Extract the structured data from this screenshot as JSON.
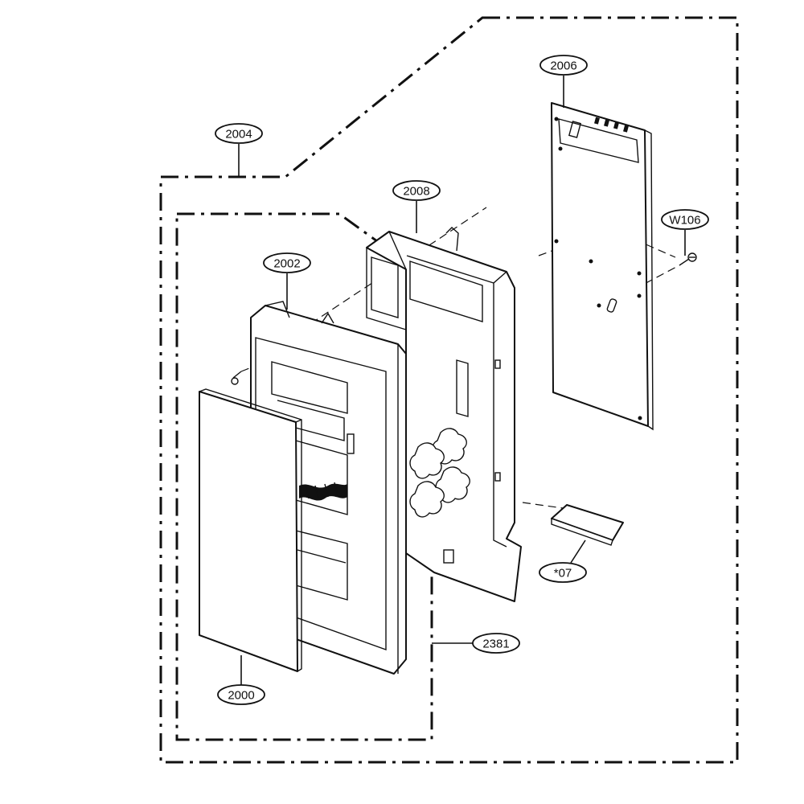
{
  "diagram": {
    "callouts": [
      {
        "id": "2004",
        "label": "2004"
      },
      {
        "id": "2006",
        "label": "2006"
      },
      {
        "id": "2008",
        "label": "2008"
      },
      {
        "id": "2002",
        "label": "2002"
      },
      {
        "id": "W106",
        "label": "W106"
      },
      {
        "id": "*07",
        "label": "*07"
      },
      {
        "id": "2381",
        "label": "2381"
      },
      {
        "id": "2000",
        "label": "2000"
      }
    ]
  },
  "colors": {
    "line": "#111111",
    "background": "#ffffff"
  }
}
